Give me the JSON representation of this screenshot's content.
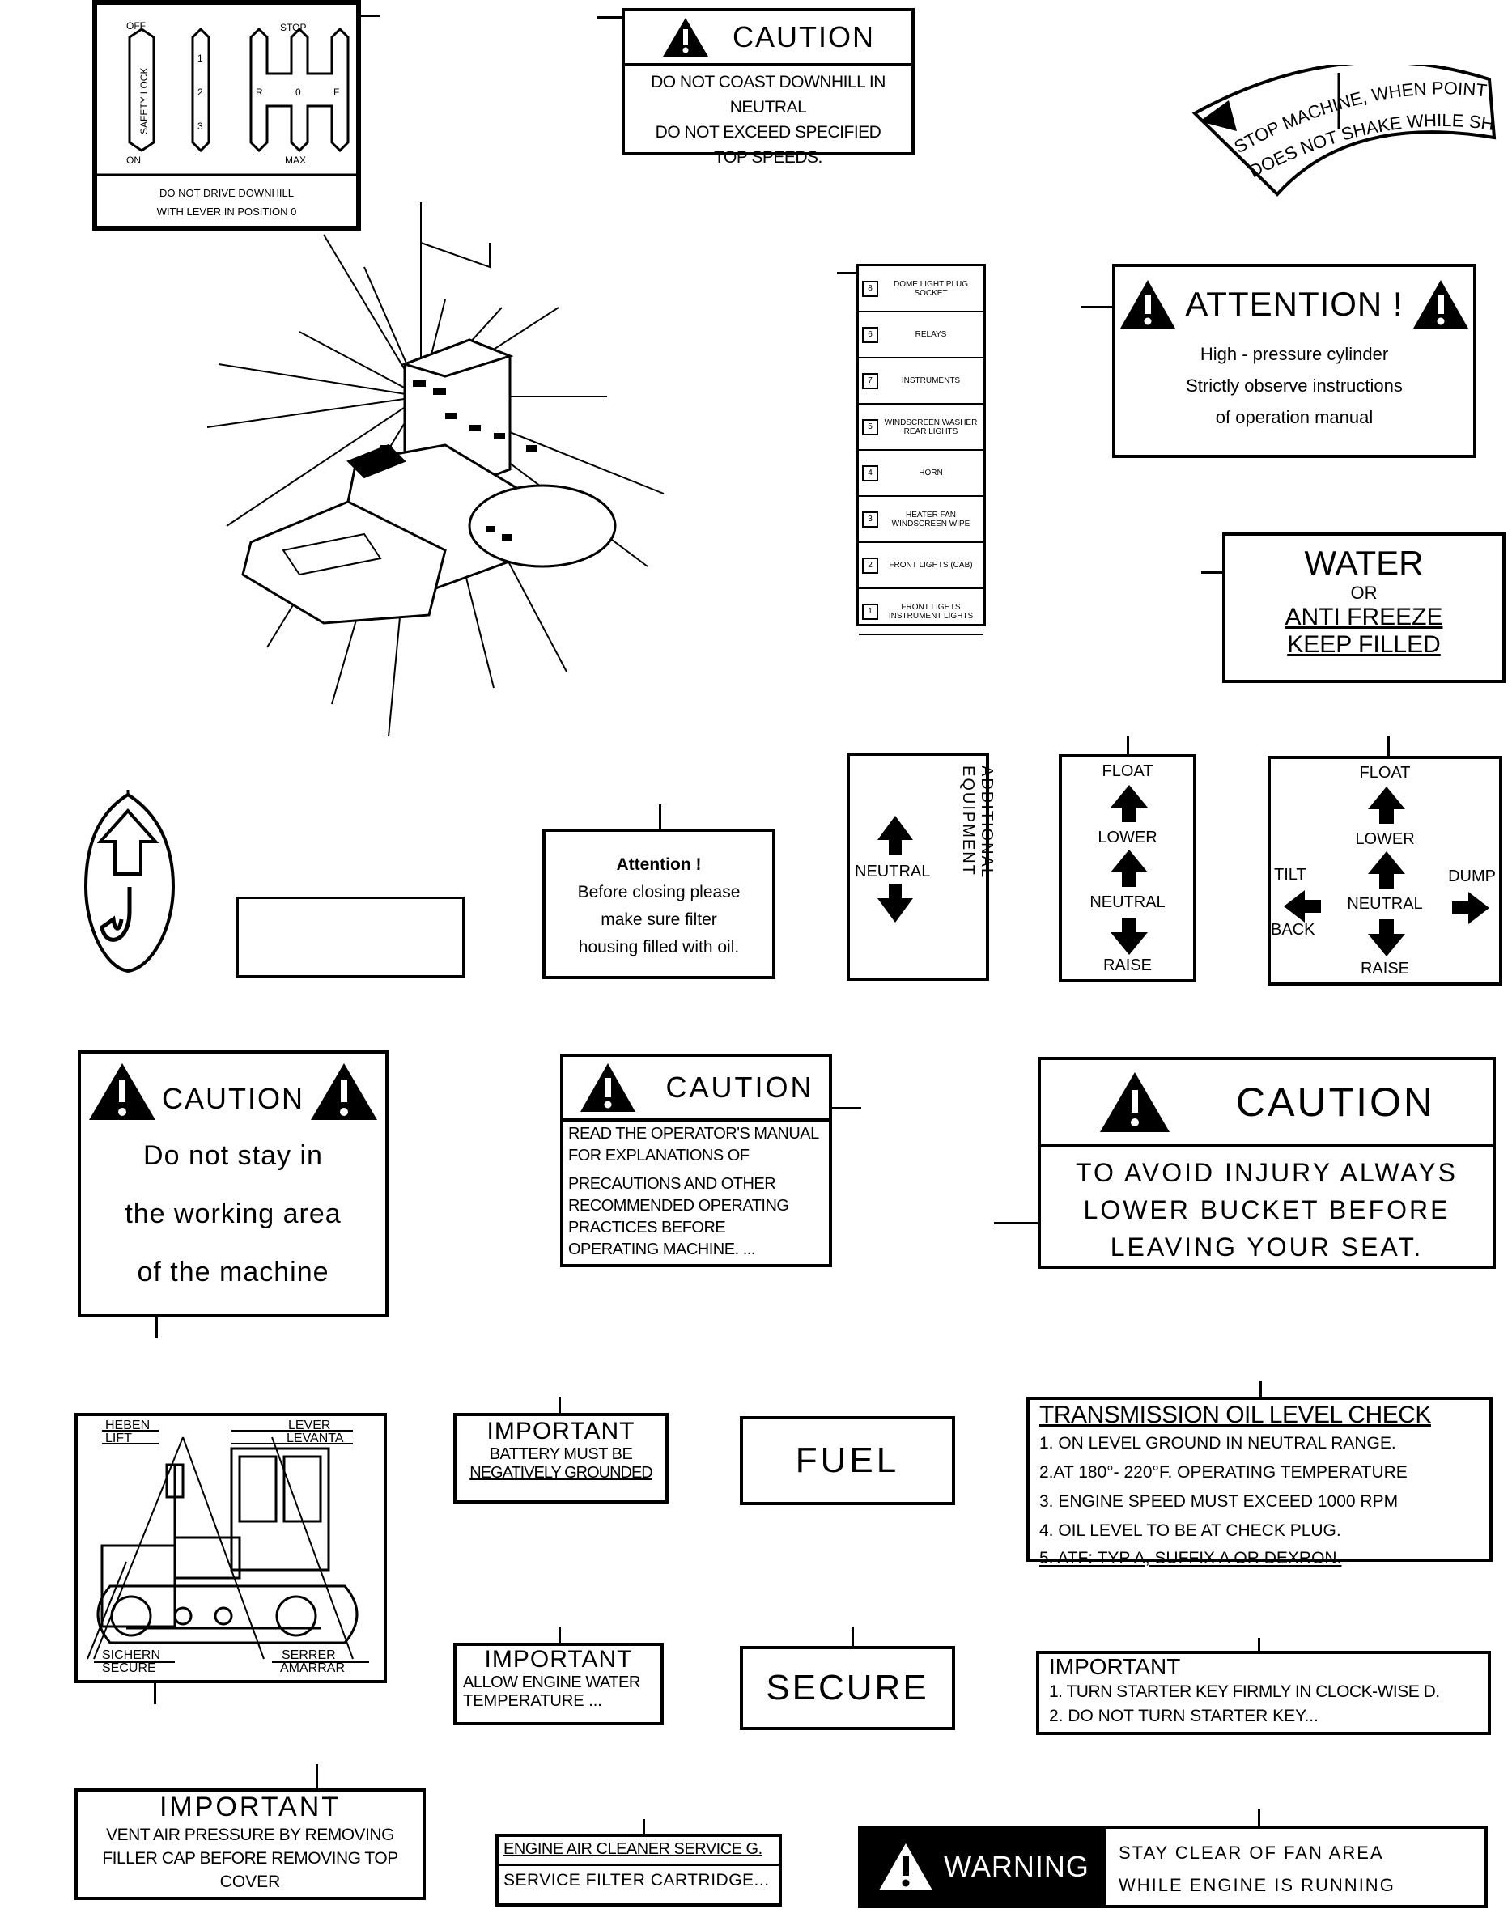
{
  "gear_decal": {
    "safety_lock": "SAFETY LOCK",
    "off": "OFF",
    "on": "ON",
    "stop": "STOP",
    "max": "MAX",
    "gear_1": "1",
    "gear_2": "2",
    "gear_3": "3",
    "r": "R",
    "o": "0",
    "f": "F",
    "line1": "DO NOT DRIVE DOWNHILL",
    "line2": "WITH LEVER IN POSITION 0"
  },
  "caution_coast": {
    "title": "CAUTION",
    "line1": "DO NOT COAST DOWNHILL IN NEUTRAL",
    "line2": "DO NOT EXCEED SPECIFIED",
    "line3": "TOP SPEEDS."
  },
  "pointer_arc": {
    "line1": "STOP MACHINE, WHEN POINTER",
    "line2": "DOES NOT SHAKE WHILE SHIFTING"
  },
  "fuse_panel": {
    "rows": [
      {
        "num": "8",
        "label": "DOME LIGHT PLUG SOCKET"
      },
      {
        "num": "6",
        "label": "RELAYS"
      },
      {
        "num": "7",
        "label": "INSTRUMENTS"
      },
      {
        "num": "5",
        "label": "WINDSCREEN WASHER REAR LIGHTS"
      },
      {
        "num": "4",
        "label": "HORN"
      },
      {
        "num": "3",
        "label": "HEATER FAN WINDSCREEN WIPE"
      },
      {
        "num": "2",
        "label": "FRONT LIGHTS (CAB)"
      },
      {
        "num": "1",
        "label": "FRONT LIGHTS INSTRUMENT LIGHTS"
      }
    ]
  },
  "attention_cylinder": {
    "title": "ATTENTION !",
    "line1": "High - pressure cylinder",
    "line2": "Strictly observe instructions",
    "line3": "of operation manual"
  },
  "water_decal": {
    "line1": "WATER",
    "line2": "OR",
    "line3": "ANTI FREEZE",
    "line4": "KEEP FILLED"
  },
  "attention_filter": {
    "title": "Attention !",
    "line1": "Before closing please",
    "line2": "make sure filter",
    "line3": "housing filled with oil."
  },
  "additional_equipment": {
    "vertical": "ADDITIONAL EQUIPMENT",
    "neutral": "NEUTRAL"
  },
  "float_decal_1": {
    "float": "FLOAT",
    "lower": "LOWER",
    "neutral": "NEUTRAL",
    "raise": "RAISE"
  },
  "float_decal_2": {
    "float": "FLOAT",
    "lower": "LOWER",
    "neutral": "NEUTRAL",
    "raise": "RAISE",
    "tilt": "TILT",
    "back": "BACK",
    "dump": "DUMP"
  },
  "caution_working_area": {
    "title": "CAUTION",
    "line1": "Do not stay in",
    "line2": "the working area",
    "line3": "of the machine"
  },
  "caution_manual": {
    "title": "CAUTION",
    "line1": "READ THE OPERATOR'S MANUAL",
    "line2": "FOR EXPLANATIONS OF",
    "line3": "PRECAUTIONS AND OTHER",
    "line4": "RECOMMENDED OPERATING",
    "line5": "PRACTICES BEFORE",
    "line6": "OPERATING MACHINE. ..."
  },
  "caution_bucket": {
    "title": "CAUTION",
    "line1": "TO AVOID INJURY ALWAYS",
    "line2": "LOWER BUCKET BEFORE",
    "line3": "LEAVING YOUR SEAT."
  },
  "lift_decal": {
    "heben": "HEBEN",
    "lift": "LIFT",
    "lever": "LEVER",
    "levanta": "LEVANTA",
    "sichern": "SICHERN",
    "secure": "SECURE",
    "serrer": "SERRER",
    "amarrar": "AMARRAR"
  },
  "important_battery": {
    "title": "IMPORTANT",
    "line1": "BATTERY MUST BE",
    "line2": "NEGATIVELY GROUNDED"
  },
  "fuel_decal": {
    "label": "FUEL"
  },
  "transmission_decal": {
    "title": "TRANSMISSION OIL LEVEL CHECK",
    "line1": "1. ON LEVEL GROUND IN NEUTRAL RANGE.",
    "line2": "2.AT 180°- 220°F. OPERATING TEMPERATURE",
    "line3": "3. ENGINE SPEED MUST EXCEED 1000 RPM",
    "line4": "4. OIL LEVEL TO BE AT CHECK PLUG.",
    "line5": "5. ATF: TYP A, SUFFIX A OR DEXRON."
  },
  "important_water_temp": {
    "title": "IMPORTANT",
    "line1": "ALLOW ENGINE WATER",
    "line2": "TEMPERATURE ..."
  },
  "secure_decal": {
    "label": "SECURE"
  },
  "important_starter": {
    "title": "IMPORTANT",
    "line1": "1. TURN STARTER KEY FIRMLY IN CLOCK-WISE D.",
    "line2": "2. DO NOT TURN STARTER KEY..."
  },
  "important_vent": {
    "title": "IMPORTANT",
    "line1": "VENT AIR PRESSURE BY REMOVING",
    "line2": "FILLER CAP BEFORE REMOVING TOP",
    "line3": "COVER"
  },
  "air_cleaner": {
    "line1": "ENGINE AIR CLEANER SERVICE G.",
    "line2": "SERVICE FILTER CARTRIDGE..."
  },
  "warning_fan": {
    "title": "WARNING",
    "line1": "STAY CLEAR OF FAN AREA",
    "line2": "WHILE ENGINE IS RUNNING"
  }
}
